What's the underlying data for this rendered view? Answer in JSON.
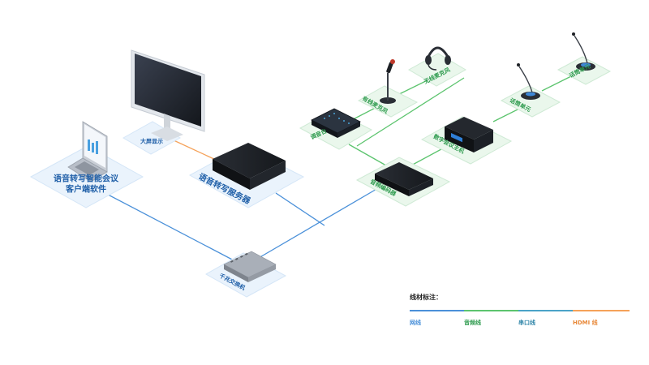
{
  "colors": {
    "network": "#4a90d9",
    "audio": "#5cc46e",
    "serial": "#4aa3c8",
    "hdmi": "#f5a25a",
    "platform_blue": "#eaf3fc",
    "platform_green": "#eaf7ec",
    "device_dark": "#1c1f24"
  },
  "devices": {
    "client": {
      "label_line1": "语音转写智能会议",
      "label_line2": "客户端软件"
    },
    "display": {
      "label": "大屏显示"
    },
    "server": {
      "label": "语音转写服务器"
    },
    "switch": {
      "label": "千兆交换机"
    },
    "mixer": {
      "label": "调音台"
    },
    "wired_mic": {
      "label": "有线麦克风"
    },
    "wireless_headset": {
      "label": "无线麦克风"
    },
    "conference_host": {
      "label": "数字会议主机"
    },
    "audio_encoder": {
      "label": "音频编码器"
    },
    "speaker_unit_1": {
      "label": "话筒单元"
    },
    "speaker_unit_2": {
      "label": "话筒单元"
    }
  },
  "legend": {
    "title": "线材标注：",
    "items": [
      {
        "label": "网线",
        "color": "#4a90d9"
      },
      {
        "label": "音频线",
        "color": "#5cc46e"
      },
      {
        "label": "串口线",
        "color": "#4aa3c8"
      },
      {
        "label": "HDMI 线",
        "color": "#f5a25a"
      }
    ]
  }
}
